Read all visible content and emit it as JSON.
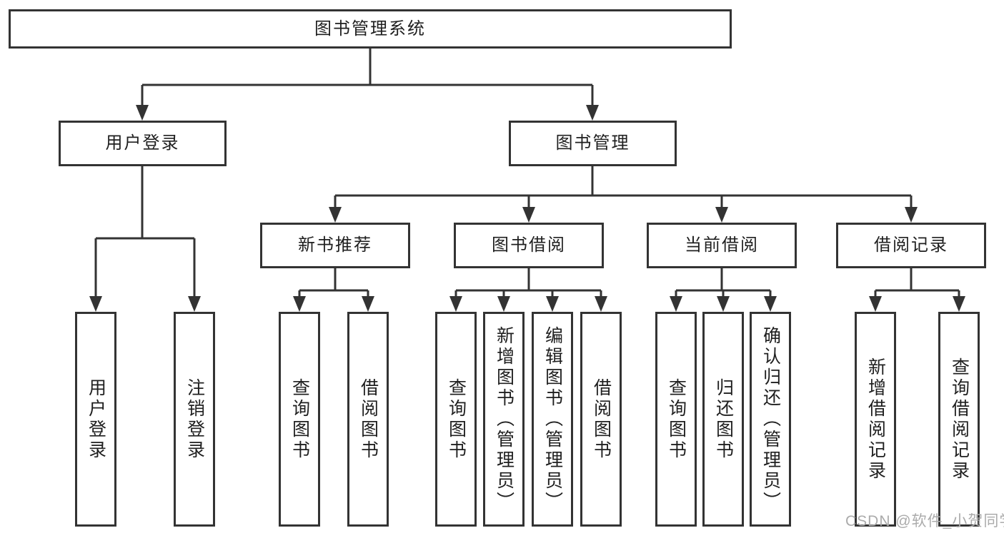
{
  "colors": {
    "line": "#333333",
    "text": "#1f1f1f",
    "background": "#ffffff",
    "watermark": "#ababab"
  },
  "watermark": {
    "text": "CSDN @软件_小贺同学"
  },
  "tree": {
    "root": {
      "label": "图书管理系统"
    },
    "branches": [
      {
        "label": "用户登录",
        "children": [
          {
            "label": "用户登录"
          },
          {
            "label": "注销登录"
          }
        ]
      },
      {
        "label": "图书管理",
        "children": [
          {
            "label": "新书推荐",
            "children": [
              {
                "label": "查询图书"
              },
              {
                "label": "借阅图书"
              }
            ]
          },
          {
            "label": "图书借阅",
            "children": [
              {
                "label": "查询图书"
              },
              {
                "label": "新增图书（管理员）"
              },
              {
                "label": "编辑图书（管理员）"
              },
              {
                "label": "借阅图书"
              }
            ]
          },
          {
            "label": "当前借阅",
            "children": [
              {
                "label": "查询图书"
              },
              {
                "label": "归还图书"
              },
              {
                "label": "确认归还（管理员）"
              }
            ]
          },
          {
            "label": "借阅记录",
            "children": [
              {
                "label": "新增借阅记录"
              },
              {
                "label": "查询借阅记录"
              }
            ]
          }
        ]
      }
    ]
  }
}
